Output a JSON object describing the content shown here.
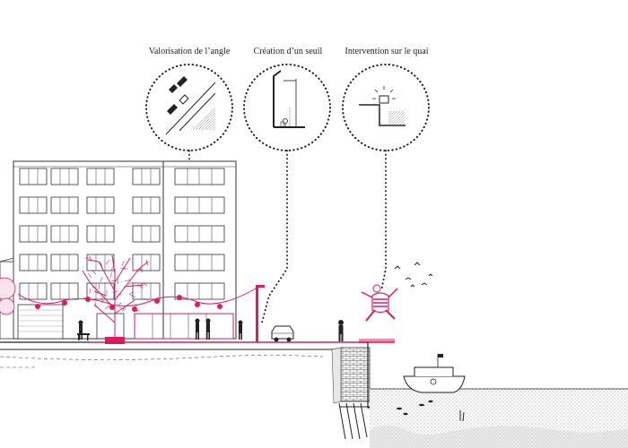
{
  "callouts": [
    {
      "id": "angle",
      "title": "Valorisation de l’angle",
      "icon": "corner-detail-icon"
    },
    {
      "id": "seuil",
      "title": "Création d’un seuil",
      "icon": "threshold-detail-icon"
    },
    {
      "id": "quai",
      "title": "Intervention sur le quai",
      "icon": "quay-detail-icon"
    }
  ],
  "colors": {
    "accent": "#e5195e",
    "line": "#222222",
    "water": "#8a8a8a"
  }
}
